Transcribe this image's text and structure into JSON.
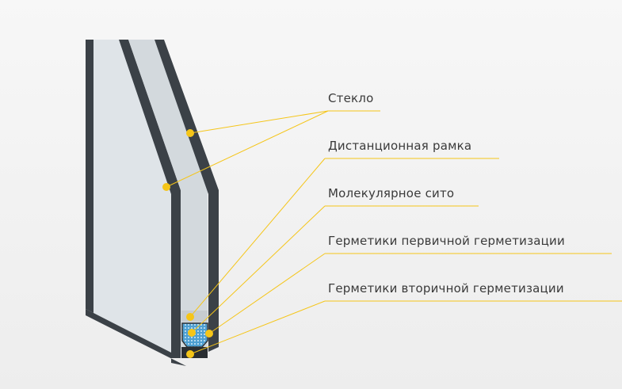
{
  "labels": [
    {
      "text": "Стекло"
    },
    {
      "text": "Дистанционная рамка"
    },
    {
      "text": "Молекулярное сито"
    },
    {
      "text": "Герметики первичной герметизации"
    },
    {
      "text": "Герметики вторичной герметизации"
    }
  ],
  "colors": {
    "accent": "#f5c518",
    "frame": "#3b4147",
    "glass": "#d6dce0",
    "sieve": "#5aa9d8"
  }
}
